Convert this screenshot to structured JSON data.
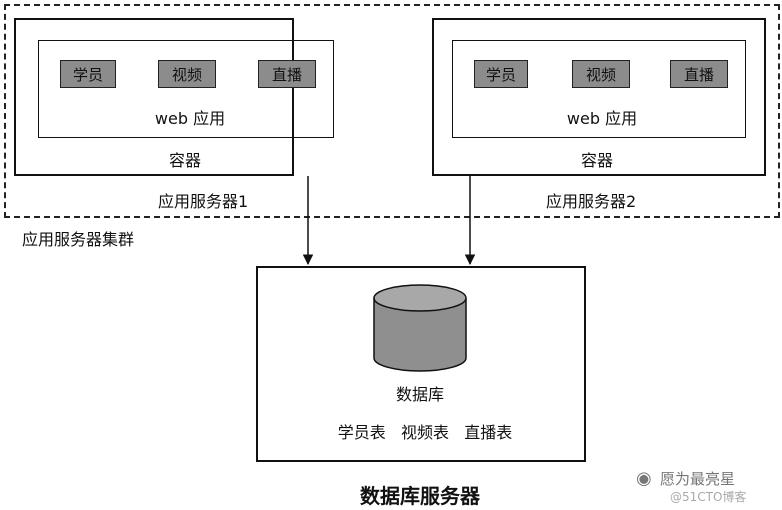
{
  "cluster": {
    "label": "应用服务器集群",
    "servers": [
      {
        "label": "应用服务器1",
        "container_label": "容器",
        "app_label": "web 应用",
        "modules": [
          "学员",
          "视频",
          "直播"
        ]
      },
      {
        "label": "应用服务器2",
        "container_label": "容器",
        "app_label": "web 应用",
        "modules": [
          "学员",
          "视频",
          "直播"
        ]
      }
    ]
  },
  "db_server": {
    "title": "数据库服务器",
    "db_label": "数据库",
    "tables_label": "学员表   视频表   直播表"
  },
  "watermark": {
    "name": "愿为最亮星",
    "site": "@51CTO博客"
  }
}
